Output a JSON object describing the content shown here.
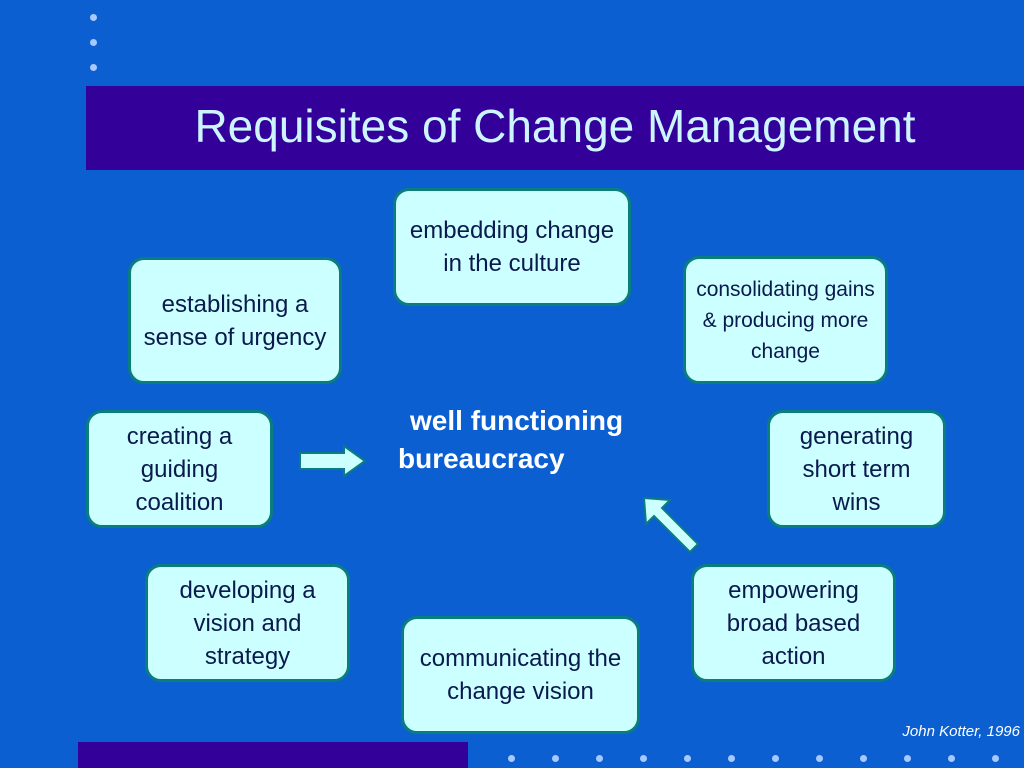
{
  "title": "Requisites of Change Management",
  "center": {
    "line1": "well functioning",
    "line2": "bureaucracy"
  },
  "boxes": {
    "urgency": "establishing a sense of urgency",
    "coalition": "creating a guiding coalition",
    "vision": "developing a vision and strategy",
    "communicating": "communicating the change vision",
    "empowering": "empowering broad based action",
    "wins": "generating short term wins",
    "consolidating": "consolidating gains & producing more change",
    "embedding": "embedding change in the culture"
  },
  "credit": "John Kotter, 1996",
  "colors": {
    "background": "#0b5fd0",
    "band": "#330099",
    "box_fill": "#ccffff",
    "box_border": "#0a7d7d",
    "title_text": "#ccf5ff"
  },
  "icons": [
    "right-arrow-icon",
    "up-left-arrow-icon"
  ]
}
